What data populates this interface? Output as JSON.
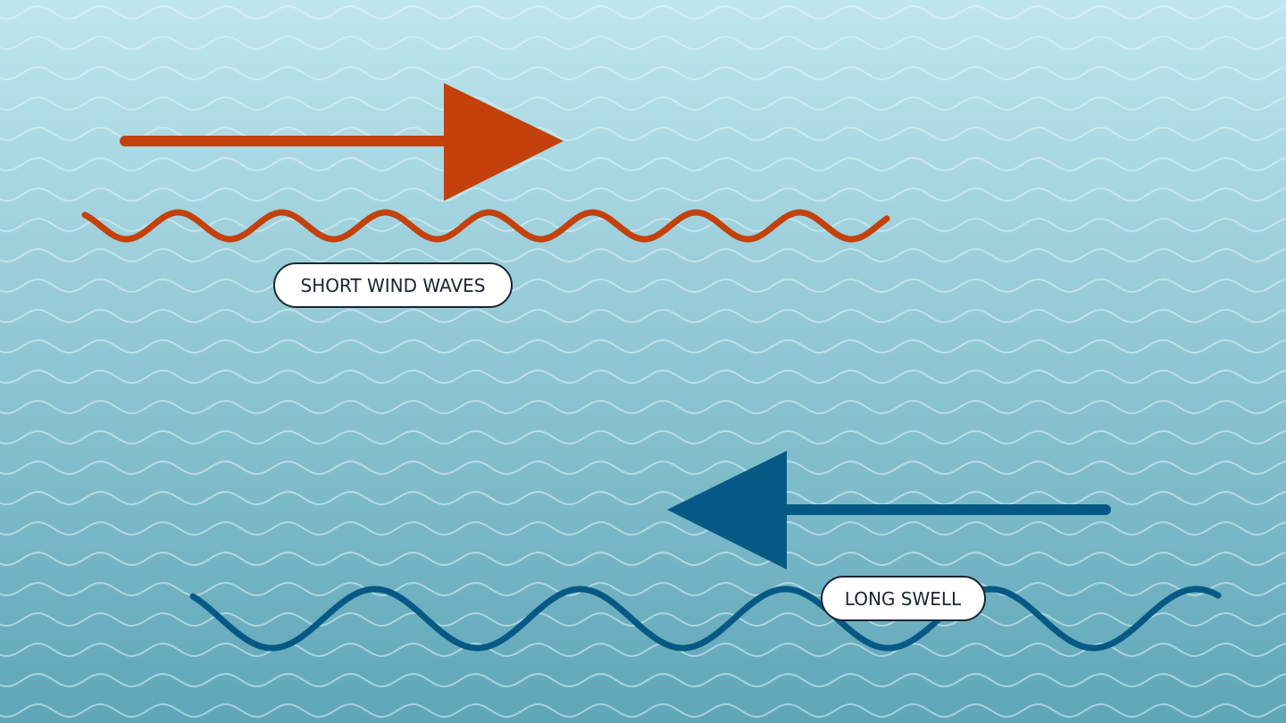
{
  "labels": {
    "short_wind_waves": "SHORT WIND WAVES",
    "long_swell": "LONG SWELL"
  },
  "colors": {
    "background_top": "#bfe6ee",
    "background_bottom": "#5ea6b8",
    "pattern_wave": "#e3f4f8",
    "wind_wave": "#c4410c",
    "swell": "#075985",
    "label_fill": "#ffffff",
    "label_border": "#1b2433",
    "label_text": "#1b2433"
  },
  "diagram": {
    "wind_wave_direction": "right",
    "swell_direction": "left"
  }
}
